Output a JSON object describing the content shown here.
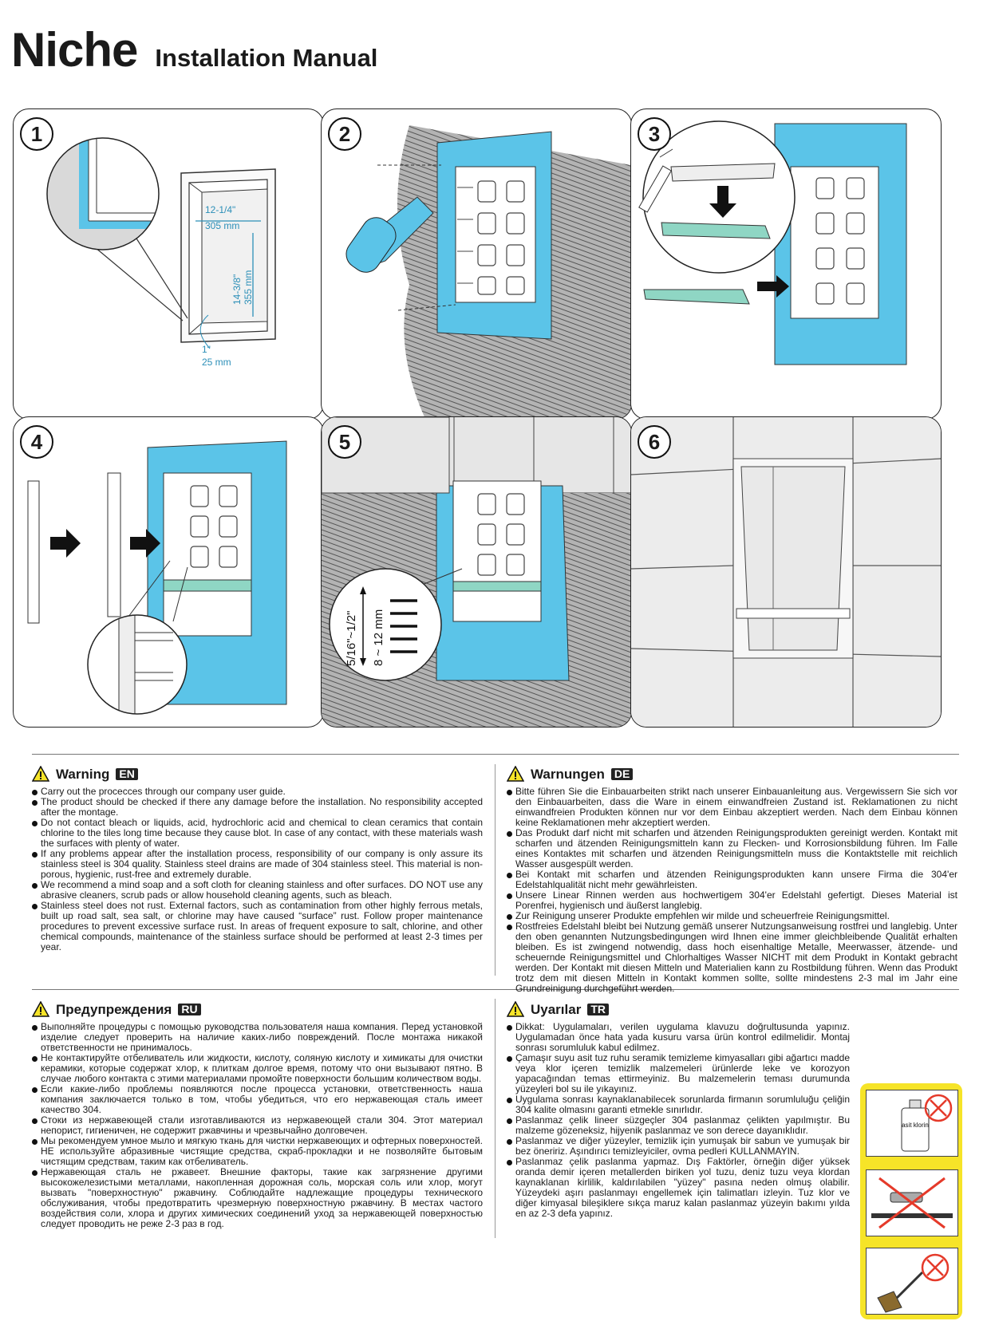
{
  "header": {
    "brand": "Niche",
    "subtitle": "Installation Manual"
  },
  "steps": [
    {
      "number": "1",
      "dim_width_in": "12-1/4\"",
      "dim_width_mm": "305 mm",
      "dim_height_in": "14-3/8\"",
      "dim_height_mm": "355 mm",
      "dim_depth_in": "1\"",
      "dim_depth_mm": "25 mm"
    },
    {
      "number": "2"
    },
    {
      "number": "3"
    },
    {
      "number": "4"
    },
    {
      "number": "5",
      "gap_in": "5/16\"~1/2\"",
      "gap_mm": "8 ~ 12 mm"
    },
    {
      "number": "6"
    }
  ],
  "colors": {
    "membrane": "#5bc4e8",
    "shelf": "#8fd6c4",
    "warning": "#f6e428",
    "ink": "#1a1a1a"
  },
  "warnings": {
    "en": {
      "title": "Warning",
      "lang": "EN",
      "items": [
        "Carry out the procecces through our company user guide.",
        "The product should be checked if there any damage before the installation. No responsibility accepted after the montage.",
        "Do not contact bleach or liquids, acid, hydrochloric acid and chemical to clean ceramics that contain chlorine to the tiles long time because they cause blot. In case of any contact, with these materials wash the surfaces with plenty of water.",
        "If any problems appear after the installation process, responsibility of our company is only assure its stainless steel is 304 quality. Stainless steel drains are made of 304 stainless steel. This material is non-porous, hygienic, rust-free and extremely durable.",
        "We recommend a mind soap and a soft cloth for cleaning stainless and ofter surfaces. DO NOT use any abrasive cleaners, scrub pads or allow household cleaning agents, such as bleach.",
        "Stainless steel does not rust. External factors, such as contamination from other highly ferrous metals, built up road salt, sea salt, or chlorine may have caused “surface” rust. Follow proper maintenance procedures to prevent excessive surface rust. In areas of frequent exposure to salt, chlorine, and other chemical compounds, maintenance of the stainless surface should be performed at least 2-3 times per year."
      ]
    },
    "de": {
      "title": "Warnungen",
      "lang": "DE",
      "items": [
        "Bitte führen Sie die Einbauarbeiten strikt nach unserer Einbauanleitung aus. Vergewissern Sie sich vor den Einbauarbeiten, dass die Ware in einem einwandfreien Zustand ist. Reklamationen zu nicht einwandfreien Produkten können nur vor dem Einbau akzeptiert werden. Nach dem Einbau können keine Reklamationen mehr akzeptiert werden.",
        "Das Produkt darf nicht mit scharfen und ätzenden Reinigungsprodukten gereinigt werden. Kontakt mit scharfen und ätzenden Reinigungsmitteln kann zu Flecken- und Korrosionsbildung führen. Im Falle eines Kontaktes mit scharfen und ätzenden Reinigungsmitteln muss die Kontaktstelle mit reichlich Wasser ausgespült werden.",
        "Bei Kontakt mit scharfen und ätzenden Reinigungsprodukten kann unsere Firma die 304'er Edelstahlqualität nicht mehr gewährleisten.",
        "Unsere Linear Rinnen werden aus hochwertigem 304'er Edelstahl gefertigt. Dieses Material ist Porenfrei, hygienisch und äußerst langlebig.",
        "Zur Reinigung unserer Produkte empfehlen wir milde und scheuerfreie Reinigungsmittel.",
        "Rostfreies Edelstahl bleibt bei Nutzung gemäß unserer Nutzungsanweisung rostfrei und langlebig. Unter den oben genannten Nutzungsbedingungen wird Ihnen eine immer gleichbleibende Qualität erhalten bleiben. Es ist zwingend notwendig, dass hoch eisenhaltige Metalle, Meerwasser, ätzende- und scheuernde Reinigungsmittel und Chlorhaltiges Wasser NICHT mit dem Produkt in Kontakt gebracht werden. Der Kontakt mit diesen Mitteln und Materialien kann zu Rostbildung führen. Wenn das Produkt trotz dem mit diesen Mitteln in Kontakt kommen sollte, sollte mindestens 2-3 mal im Jahr eine Grundreinigung durchgeführt werden."
      ]
    },
    "ru": {
      "title": "Предупреждения",
      "lang": "RU",
      "items": [
        "Выполняйте процедуры с помощью руководства пользователя наша компания. Перед установкой изделие следует проверить на наличие каких-либо повреждений. После монтажа никакой ответственности не принималось.",
        "Не контактируйте отбеливатель или жидкости, кислоту, соляную кислоту и химикаты для очистки керамики, которые содержат хлор, к плиткам долгое время, потому что они вызывают пятно. В случае любого контакта с этими материалами промойте поверхности большим количеством воды.",
        "Если какие-либо проблемы появляются после процесса установки, ответственность наша компания заключается только в том, чтобы убедиться, что его нержавеющая сталь имеет качество 304.",
        "Стоки из нержавеющей стали изготавливаются из нержавеющей стали 304. Этот материал непорист, гигиеничен, не содержит ржавчины и чрезвычайно долговечен.",
        "Мы рекомендуем умное мыло и мягкую ткань для чистки нержавеющих и офтерных поверхностей. НЕ используйте абразивные чистящие средства, скраб-прокладки и не позволяйте бытовым чистящим средствам, таким как отбеливатель.",
        "Нержавеющая сталь не ржавеет. Внешние факторы, такие как загрязнение другими высокожелезистыми металлами, накопленная дорожная соль, морская соль или хлор, могут вызвать \"поверхностную\" ржавчину. Соблюдайте надлежащие процедуры технического обслуживания, чтобы предотвратить чрезмерную поверхностную ржавчину. В местах частого воздействия соли, хлора и других химических соединений уход за нержавеющей поверхностью следует проводить не реже 2-3 раз в год."
      ]
    },
    "tr": {
      "title": "Uyarılar",
      "lang": "TR",
      "items": [
        "Dikkat: Uygulamaları, verilen uygulama klavuzu doğrultusunda yapınız. Uygulamadan önce hata yada kusuru varsa ürün kontrol edilmelidir. Montaj sonrası sorumluluk kabul edilmez.",
        "Çamaşır suyu asit tuz ruhu seramik temizleme kimyasalları gibi ağartıcı madde veya klor içeren temizlik malzemeleri ürünlerde leke ve korozyon yapacağından temas ettirmeyiniz. Bu malzemelerin teması durumunda yüzeyleri bol su ile yıkayınız.",
        "Uygulama sonrası kaynaklanabilecek sorunlarda firmanın sorumluluğu çeliğin 304 kalite olmasını garanti etmekle sınırlıdır.",
        "Paslanmaz çelik lineer süzgeçler 304 paslanmaz çelikten yapılmıştır. Bu malzeme gözeneksiz, hijyenik paslanmaz ve son derece dayanıklıdır.",
        "Paslanmaz ve diğer yüzeyler, temizlik için yumuşak bir sabun ve yumuşak bir bez öneririz. Aşındırıcı temizleyiciler, ovma pedleri KULLANMAYIN.",
        "Paslanmaz çelik paslanma yapmaz. Dış Faktörler, örneğin diğer yüksek oranda demir içeren metallerden biriken yol tuzu, deniz tuzu veya klordan kaynaklanan kirlilik, kaldırılabilen \"yüzey\" pasına neden olmuş olabilir. Yüzeydeki aşırı paslanmayı engellemek için talimatları izleyin. Tuz klor ve diğer kimyasal bileşiklere sıkça maruz kalan paslanmaz yüzeyin bakımı yılda en az 2-3 defa yapınız."
      ]
    }
  },
  "sidebar": {
    "bottle_label": "asit klorin"
  }
}
